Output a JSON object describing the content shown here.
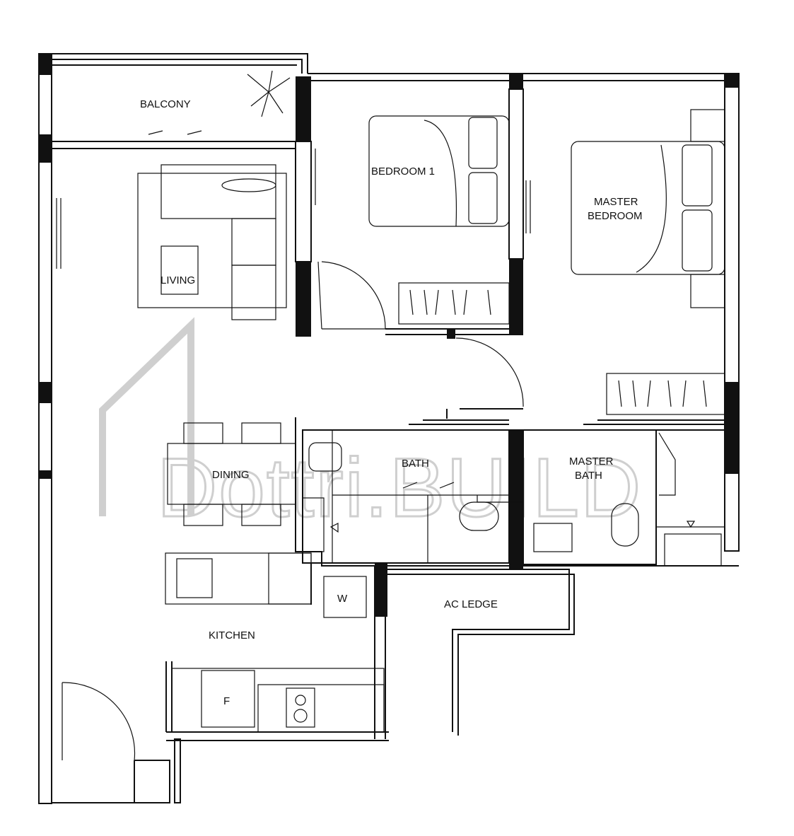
{
  "rooms": {
    "balcony": "BALCONY",
    "bedroom1": "BEDROOM 1",
    "master_bedroom_line1": "MASTER",
    "master_bedroom_line2": "BEDROOM",
    "living": "LIVING",
    "dining": "DINING",
    "bath": "BATH",
    "master_bath_line1": "MASTER",
    "master_bath_line2": "BATH",
    "ac_ledge": "AC LEDGE",
    "kitchen": "KITCHEN"
  },
  "fixtures": {
    "washer": "W",
    "fridge": "F"
  },
  "watermark": {
    "text": "Dottri.BUILD"
  },
  "colors": {
    "line": "#111111",
    "watermark": "#cfcfcf",
    "background": "#ffffff"
  }
}
